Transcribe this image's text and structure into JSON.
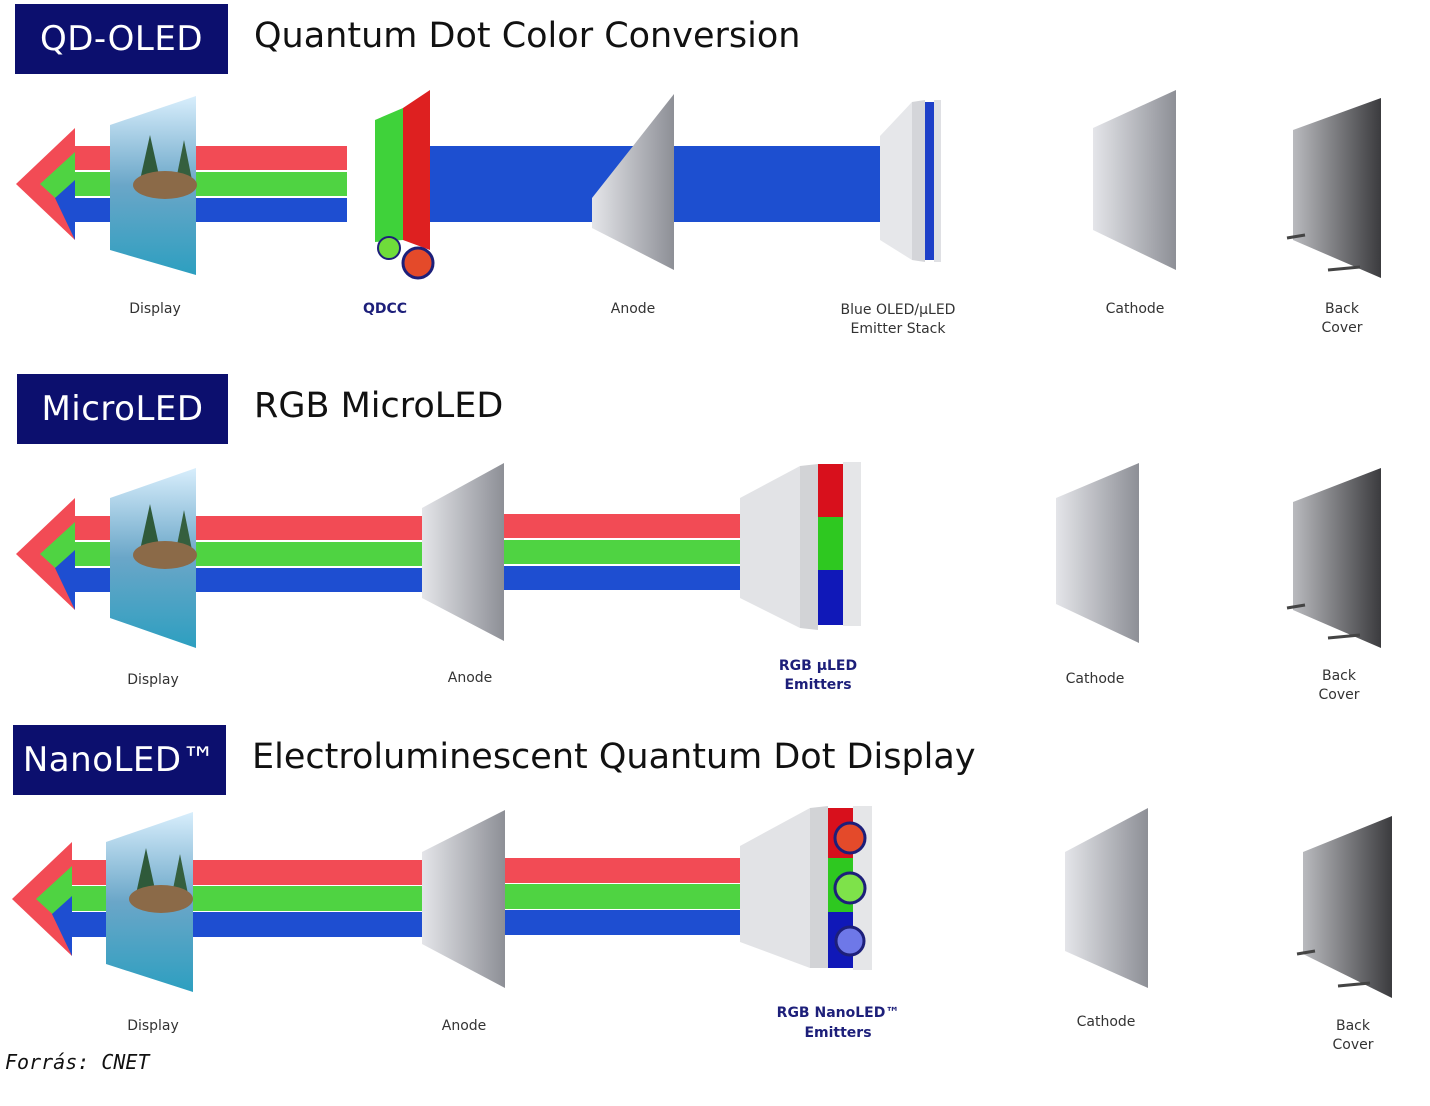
{
  "sections": [
    {
      "tag": "QD-OLED",
      "title": "Quantum Dot Color Conversion",
      "labels": {
        "display": "Display",
        "qdcc": "QDCC",
        "anode": "Anode",
        "emitter_line1": "Blue OLED/µLED",
        "emitter_line2": "Emitter Stack",
        "cathode": "Cathode",
        "back_line1": "Back",
        "back_line2": "Cover"
      }
    },
    {
      "tag": "MicroLED",
      "title": "RGB MicroLED",
      "labels": {
        "display": "Display",
        "anode": "Anode",
        "emitter_line1": "RGB µLED",
        "emitter_line2": "Emitters",
        "cathode": "Cathode",
        "back_line1": "Back",
        "back_line2": "Cover"
      }
    },
    {
      "tag": "NanoLED™",
      "title": "Electroluminescent Quantum Dot Display",
      "labels": {
        "display": "Display",
        "anode": "Anode",
        "emitter_line1": "RGB NanoLED™",
        "emitter_line2": "Emitters",
        "cathode": "Cathode",
        "back_line1": "Back",
        "back_line2": "Cover"
      }
    }
  ],
  "source": "Forrás: CNET",
  "colors": {
    "tag_bg": "#0c0f6e",
    "red": "#ea3340",
    "green": "#44cf3a",
    "blue": "#1c4fd0",
    "label_emphasis": "#1d1f7a"
  }
}
